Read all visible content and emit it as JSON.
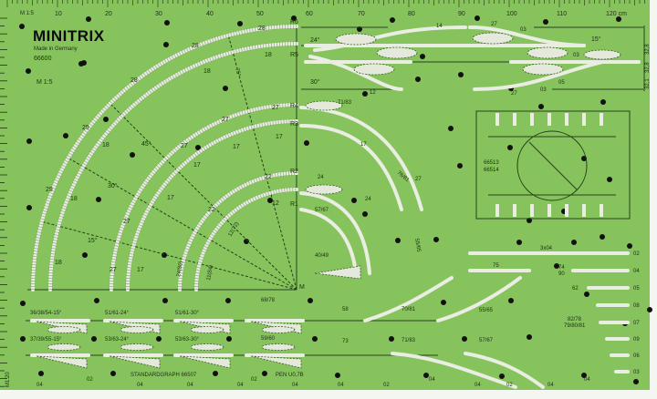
{
  "template": {
    "brand": "MINITRIX",
    "made_in": "Made in Germany",
    "article": "66600",
    "scale_top": "M 1:5",
    "scale_main": "M 1:5",
    "scale_side": "M1:20",
    "maker": "STANDARDGRAPH 66507",
    "pen": "PEN U0,7B",
    "colors": {
      "board": "#86c35d",
      "cutout": "#e9ede2",
      "ink": "#1d2e12",
      "hole": "#111111"
    }
  },
  "ruler_top": [
    "10",
    "20",
    "30",
    "40",
    "50",
    "60",
    "70",
    "80",
    "90",
    "100",
    "110",
    "120 cm"
  ],
  "ruler_right": [
    "32,8",
    "32,8",
    "32,1"
  ],
  "radii": [
    "R6",
    "R5",
    "R4",
    "R3",
    "R2",
    "R1",
    "M"
  ],
  "arc_labels": {
    "outer": [
      "28",
      "28",
      "28",
      "29",
      "29"
    ],
    "r5": [
      "18",
      "18",
      "18",
      "18",
      "18"
    ],
    "r4": [
      "27",
      "27",
      "27",
      "27",
      "27"
    ],
    "r3": [
      "17",
      "17",
      "17",
      "17",
      "17"
    ],
    "r2": [
      "22",
      "22",
      "24(80)"
    ],
    "r1": [
      "12",
      "12(72)",
      "11(84)"
    ],
    "angles": [
      "75°",
      "45°",
      "30°",
      "15°"
    ]
  },
  "top_tracks": {
    "labels": [
      "24°",
      "15°",
      "30°",
      "14",
      "27",
      "03",
      "12",
      "27",
      "03",
      "05",
      "03"
    ]
  },
  "middle_labels": [
    "71/83",
    "76/81",
    "57/67",
    "40/49",
    "55/65",
    "24",
    "24",
    "27",
    "17"
  ],
  "turntable": [
    "66513",
    "66514"
  ],
  "bottom_labels": [
    "36/38/54-15°",
    "51/61-24°",
    "51/61-30°",
    "68/78",
    "37/39/55-15°",
    "53/63-24°",
    "53/63-30°",
    "59/60",
    "58",
    "70/81",
    "55/65",
    "73",
    "71/83",
    "57/67"
  ],
  "straight_labels": [
    "3x04",
    "75",
    "74",
    "90",
    "62",
    "82/78",
    "79/80/81"
  ],
  "end_codes": [
    "02",
    "04",
    "05",
    "08",
    "07",
    "09",
    "06",
    "03"
  ],
  "bottom_codes": [
    "04",
    "02",
    "04",
    "04",
    "04",
    "02",
    "04",
    "04",
    "02",
    "04",
    "04",
    "02",
    "04",
    "04"
  ]
}
